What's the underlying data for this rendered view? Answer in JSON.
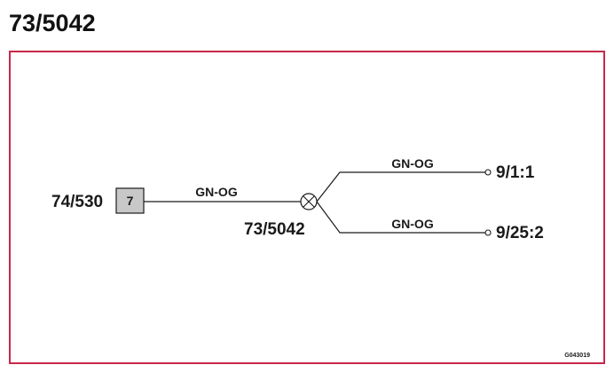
{
  "title": "73/5042",
  "colors": {
    "frame": "#c8284a",
    "connector_fill": "#c8c8c8",
    "line": "#1a1a1a"
  },
  "diagram": {
    "source": {
      "label": "74/530",
      "pin": "7"
    },
    "wires": {
      "main": "GN-OG",
      "upper": "GN-OG",
      "lower": "GN-OG"
    },
    "splice": {
      "label": "73/5042",
      "icon": "splice-cross-circle-icon"
    },
    "terminals": {
      "upper": "9/1:1",
      "lower": "9/25:2"
    },
    "reference": "G043019"
  }
}
